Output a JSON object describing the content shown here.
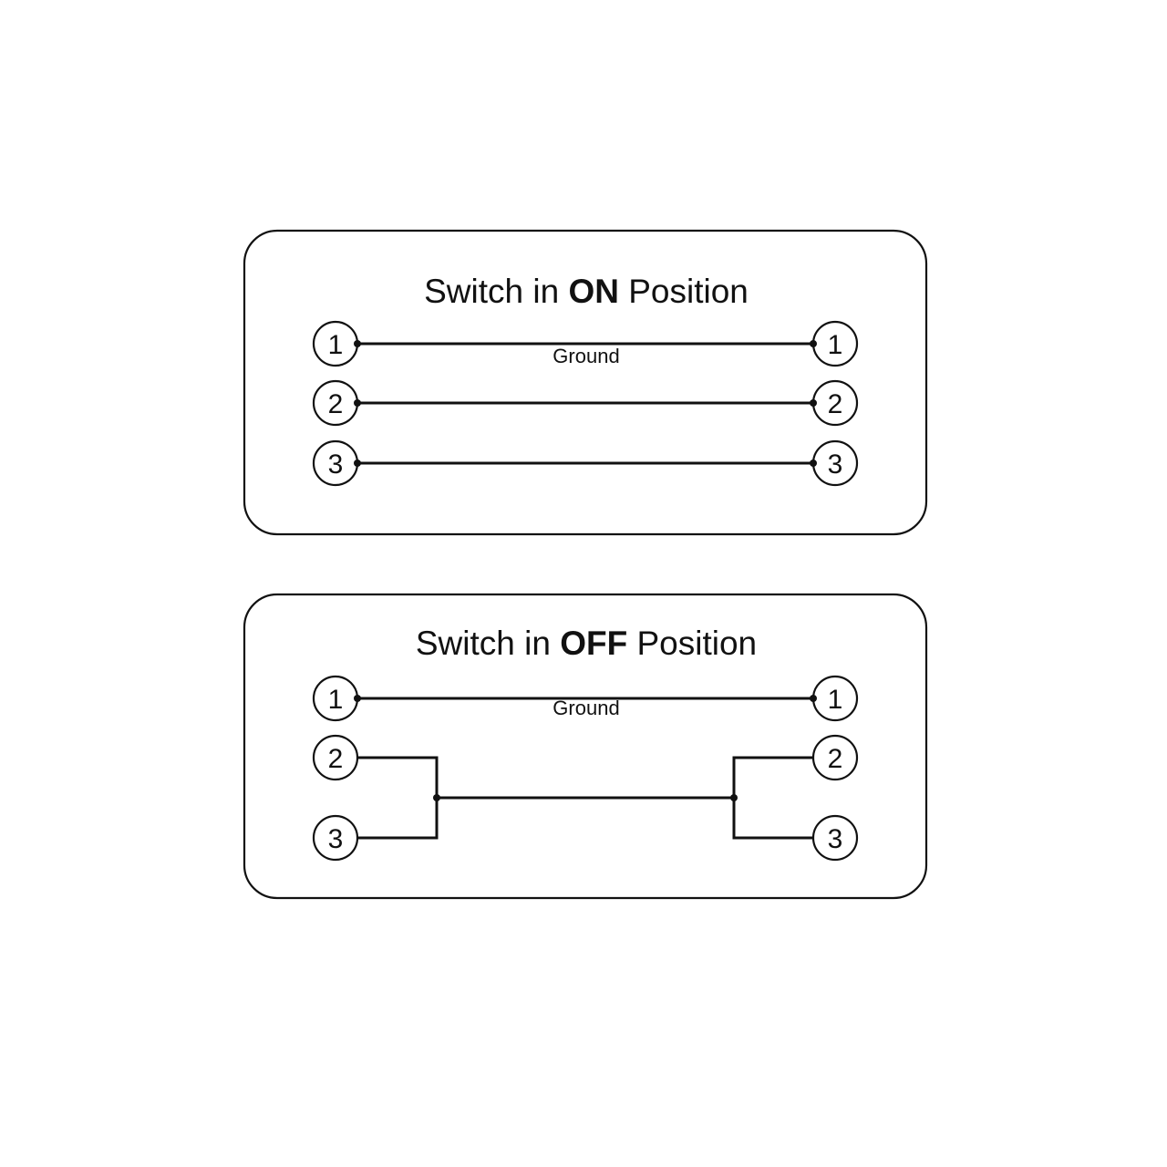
{
  "panels": [
    {
      "title_prefix": "Switch in ",
      "title_state": "ON",
      "title_suffix": " Position",
      "ground_label": "Ground",
      "pins_left": [
        "1",
        "2",
        "3"
      ],
      "pins_right": [
        "1",
        "2",
        "3"
      ]
    },
    {
      "title_prefix": "Switch in ",
      "title_state": "OFF",
      "title_suffix": " Position",
      "ground_label": "Ground",
      "pins_left": [
        "1",
        "2",
        "3"
      ],
      "pins_right": [
        "1",
        "2",
        "3"
      ]
    }
  ]
}
